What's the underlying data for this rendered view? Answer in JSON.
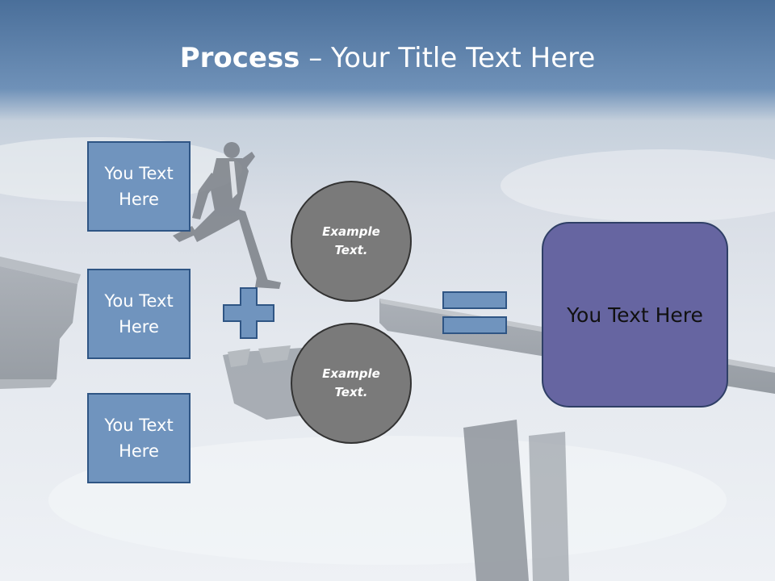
{
  "title": {
    "bold": "Process",
    "rest": " – Your Title Text Here"
  },
  "boxes": [
    {
      "line1": "You Text",
      "line2": "Here"
    },
    {
      "line1": "You Text",
      "line2": "Here"
    },
    {
      "line1": "You Text",
      "line2": "Here"
    }
  ],
  "circles": [
    {
      "line1": "Example",
      "line2": "Text."
    },
    {
      "line1": "Example",
      "line2": "Text."
    }
  ],
  "result": {
    "text": "You Text Here"
  },
  "colors": {
    "box_fill": "#7094be",
    "circle_fill": "#7a7a7a",
    "result_fill": "#6665a1",
    "header_blue": "#4a6f9a"
  },
  "icons": [
    "plus-icon",
    "equals-icon"
  ]
}
